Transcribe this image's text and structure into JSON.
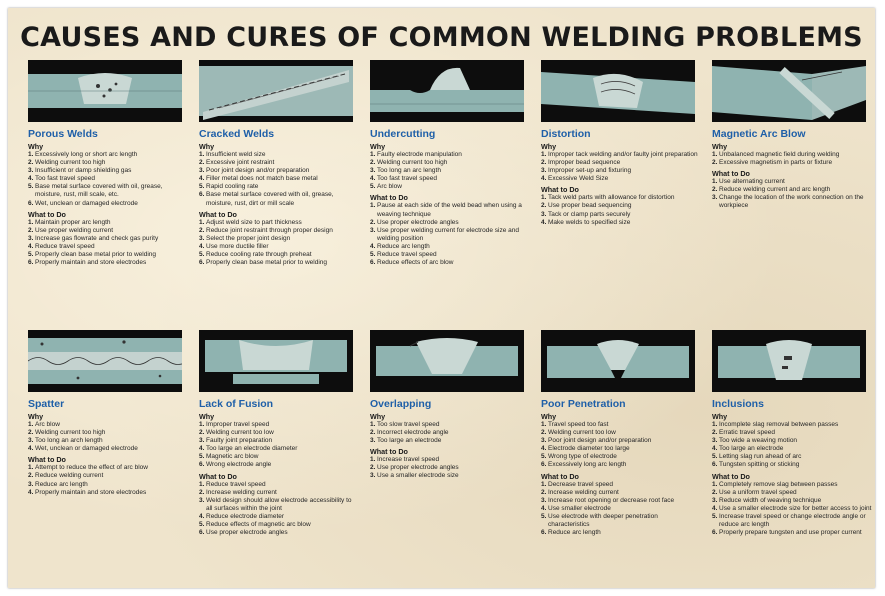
{
  "title": "CAUSES AND CURES OF COMMON WELDING PROBLEMS",
  "labels": {
    "why": "Why",
    "what": "What to Do"
  },
  "cards": [
    {
      "name": "Porous Welds",
      "why": [
        "Excessively long or short arc length",
        "Welding current too high",
        "Insufficient or damp shielding gas",
        "Too fast travel speed",
        "Base metal surface covered with oil, grease, moisture, rust, mill scale, etc.",
        "Wet, unclean or damaged electrode"
      ],
      "what": [
        "Maintain proper arc length",
        "Use proper welding current",
        "Increase gas flowrate and check gas purity",
        "Reduce travel speed",
        "Properly clean base metal prior to welding",
        "Properly maintain and store electrodes"
      ]
    },
    {
      "name": "Cracked Welds",
      "why": [
        "Insufficient weld size",
        "Excessive joint restraint",
        "Poor joint design and/or preparation",
        "Filler metal does not match base metal",
        "Rapid cooling rate",
        "Base metal surface covered with oil, grease, moisture, rust, dirt or mill scale"
      ],
      "what": [
        "Adjust weld size to part thickness",
        "Reduce joint restraint through proper design",
        "Select the proper joint design",
        "Use more ductile filler",
        "Reduce cooling rate through preheat",
        "Properly clean base metal prior to welding"
      ]
    },
    {
      "name": "Undercutting",
      "why": [
        "Faulty electrode manipulation",
        "Welding current too high",
        "Too long an arc length",
        "Too fast travel speed",
        "Arc blow"
      ],
      "what": [
        "Pause at each side of the weld bead when using a weaving technique",
        "Use proper electrode angles",
        "Use proper welding current for electrode size and welding position",
        "Reduce arc length",
        "Reduce travel speed",
        "Reduce effects of arc blow"
      ]
    },
    {
      "name": "Distortion",
      "why": [
        "Improper tack welding and/or faulty joint preparation",
        "Improper bead sequence",
        "Improper set-up and fixturing",
        "Excessive Weld Size"
      ],
      "what": [
        "Tack weld parts with allowance for distortion",
        "Use proper bead sequencing",
        "Tack or clamp parts securely",
        "Make welds to specified size"
      ]
    },
    {
      "name": "Magnetic Arc Blow",
      "why": [
        "Unbalanced magnetic field during welding",
        "Excessive magnetism in parts or fixture"
      ],
      "what": [
        "Use alternating current",
        "Reduce welding current and arc length",
        "Change the location of the work connection on the workpiece"
      ]
    },
    {
      "name": "Spatter",
      "why": [
        "Arc blow",
        "Welding current too high",
        "Too long an arch length",
        "Wet, unclean or damaged electrode"
      ],
      "what": [
        "Attempt to reduce the effect of arc blow",
        "Reduce welding current",
        "Reduce arc length",
        "Properly maintain and store electrodes"
      ]
    },
    {
      "name": "Lack of Fusion",
      "why": [
        "Improper travel speed",
        "Welding current too low",
        "Faulty joint preparation",
        "Too large an electrode diameter",
        "Magnetic arc blow",
        "Wrong electrode angle"
      ],
      "what": [
        "Reduce travel speed",
        "Increase welding current",
        "Weld design should allow electrode accessibility to all surfaces within the joint",
        "Reduce electrode diameter",
        "Reduce effects of magnetic arc blow",
        "Use proper electrode angles"
      ]
    },
    {
      "name": "Overlapping",
      "why": [
        "Too slow travel speed",
        "Incorrect electrode angle",
        "Too large an electrode"
      ],
      "what": [
        "Increase travel speed",
        "Use proper electrode angles",
        "Use a smaller electrode size"
      ]
    },
    {
      "name": "Poor Penetration",
      "why": [
        "Travel speed too fast",
        "Welding current too low",
        "Poor joint design and/or preparation",
        "Electrode diameter too large",
        "Wrong type of electrode",
        "Excessively long arc length"
      ],
      "what": [
        "Decrease travel speed",
        "Increase welding current",
        "Increase root opening or decrease root face",
        "Use smaller electrode",
        "Use electrode with deeper penetration characteristics",
        "Reduce arc length"
      ]
    },
    {
      "name": "Inclusions",
      "why": [
        "Incomplete slag removal between passes",
        "Erratic travel speed",
        "Too wide a weaving motion",
        "Too large an electrode",
        "Letting slag run ahead of arc",
        "Tungsten spitting or sticking"
      ],
      "what": [
        "Completely remove slag between passes",
        "Use a uniform travel speed",
        "Reduce width of weaving technique",
        "Use a smaller electrode size for better access to joint",
        "Increase travel speed or change electrode angle or reduce arc length",
        "Properly prepare tungsten and use proper current"
      ]
    }
  ]
}
